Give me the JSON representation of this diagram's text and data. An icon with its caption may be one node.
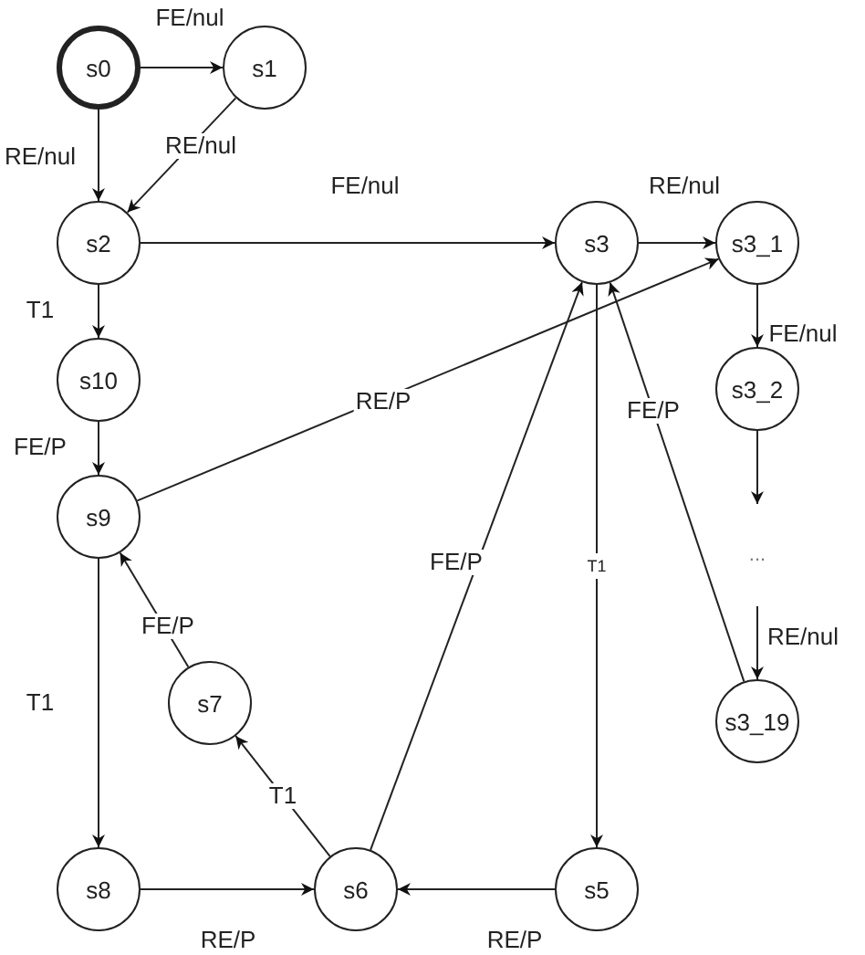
{
  "diagram": {
    "nodes": [
      {
        "text": [
          "s0"
        ]
      },
      {
        "text": [
          "s1"
        ]
      },
      {
        "text": [
          "s2"
        ]
      },
      {
        "text": [
          "s10"
        ]
      },
      {
        "text": [
          "s9"
        ]
      },
      {
        "text": [
          "s3"
        ]
      },
      {
        "text": [
          "s3_1"
        ]
      },
      {
        "text": [
          "s3_2"
        ]
      },
      {
        "text": [
          "..."
        ]
      },
      {
        "text": [
          "s3_19"
        ]
      },
      {
        "text": [
          "s7"
        ]
      },
      {
        "text": [
          "s8"
        ]
      },
      {
        "text": [
          "s6"
        ]
      },
      {
        "text": [
          "s5"
        ]
      }
    ],
    "edges": [
      {
        "from": 0,
        "to": 1,
        "arrow": "to",
        "label": "FE/nul"
      },
      {
        "from": 0,
        "to": 2,
        "arrow": "to",
        "label": "RE/nul"
      },
      {
        "from": 1,
        "to": 2,
        "arrow": "to",
        "label": "RE/nul"
      },
      {
        "from": 2,
        "to": 5,
        "arrow": "to",
        "label": "FE/nul"
      },
      {
        "from": 2,
        "to": 3,
        "arrow": "to",
        "label": "T1"
      },
      {
        "from": 3,
        "to": 4,
        "arrow": "to",
        "label": "FE/P"
      },
      {
        "from": 4,
        "to": 6,
        "arrow": "to",
        "label": "RE/P"
      },
      {
        "from": 5,
        "to": 6,
        "arrow": "to",
        "label": "RE/nul"
      },
      {
        "from": 6,
        "to": 7,
        "arrow": "to",
        "label": "FE/nul"
      },
      {
        "from": 7,
        "to": 8,
        "arrow": "to"
      },
      {
        "from": 8,
        "to": 9,
        "arrow": "to",
        "label": "RE/nul"
      },
      {
        "from": 9,
        "to": 5,
        "arrow": "to",
        "label": "FE/P"
      },
      {
        "from": 5,
        "to": 13,
        "arrow": "to",
        "label": "T1"
      },
      {
        "from": 12,
        "to": 5,
        "arrow": "to",
        "label": "FE/P"
      },
      {
        "from": 13,
        "to": 12,
        "arrow": "to",
        "label": "RE/P"
      },
      {
        "from": 11,
        "to": 12,
        "arrow": "to",
        "label": "RE/P"
      },
      {
        "from": 4,
        "to": 11,
        "arrow": "to",
        "label": "T1"
      },
      {
        "from": 12,
        "to": 10,
        "arrow": "to",
        "label": "T1"
      },
      {
        "from": 10,
        "to": 4,
        "arrow": "to",
        "label": "FE/P"
      }
    ]
  }
}
